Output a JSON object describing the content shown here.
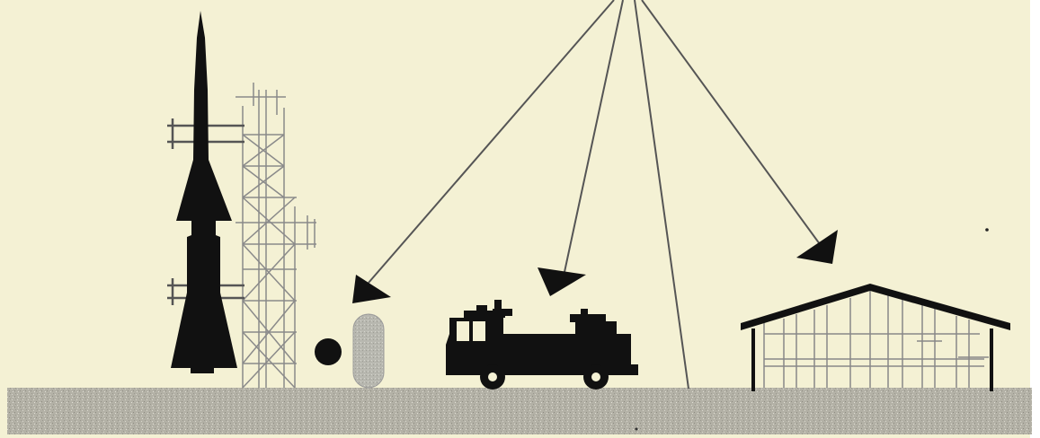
{
  "colors": {
    "background": "#f4f1d4",
    "ink": "#111111",
    "tower_lines": "#8a8a8a",
    "arrow_lines": "#555555",
    "ground": "#b3b1a6",
    "tank": "#b8b8b0",
    "right_edge": "#ffffff"
  },
  "scene": {
    "icons": [
      "rocket-icon",
      "launch-tower-icon",
      "sphere-tank-icon",
      "capsule-tank-icon",
      "fire-truck-icon",
      "hangar-icon"
    ],
    "arrows": [
      {
        "target": "tanks"
      },
      {
        "target": "fire-truck"
      },
      {
        "target": "ground"
      },
      {
        "target": "hangar"
      }
    ]
  }
}
